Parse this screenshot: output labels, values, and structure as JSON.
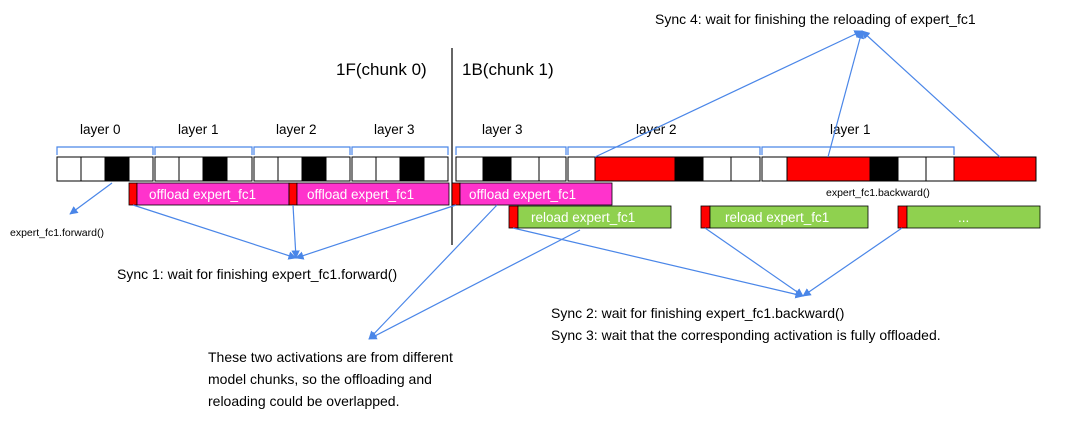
{
  "colors": {
    "red": "#ff0000",
    "magenta": "#ff33cc",
    "green": "#8fd14f",
    "black": "#000000",
    "arrow": "#4a86e8",
    "bracket": "#4a86e8"
  },
  "chunks": {
    "forward": "1F(chunk 0)",
    "backward": "1B(chunk 1)"
  },
  "layers": [
    {
      "label": "layer 0"
    },
    {
      "label": "layer 1"
    },
    {
      "label": "layer 2"
    },
    {
      "label": "layer 3"
    },
    {
      "label": "layer 3"
    },
    {
      "label": "layer 2"
    },
    {
      "label": "layer 1"
    }
  ],
  "bars": {
    "offload": [
      "offload expert_fc1",
      "offload expert_fc1",
      "offload expert_fc1"
    ],
    "reload": [
      "reload expert_fc1",
      "reload expert_fc1",
      "..."
    ]
  },
  "labels": {
    "forward_call": "expert_fc1.forward()",
    "backward_call": "expert_fc1.backward()"
  },
  "syncs": {
    "sync1": "Sync 1: wait for finishing expert_fc1.forward()",
    "sync2": "Sync 2: wait for finishing expert_fc1.backward()",
    "sync3": "Sync 3: wait that the corresponding activation is fully offloaded.",
    "sync4": "Sync 4: wait for finishing the reloading of expert_fc1"
  },
  "note": [
    "These two activations are from different",
    "model chunks, so the offloading and",
    "reloading could be overlapped."
  ]
}
